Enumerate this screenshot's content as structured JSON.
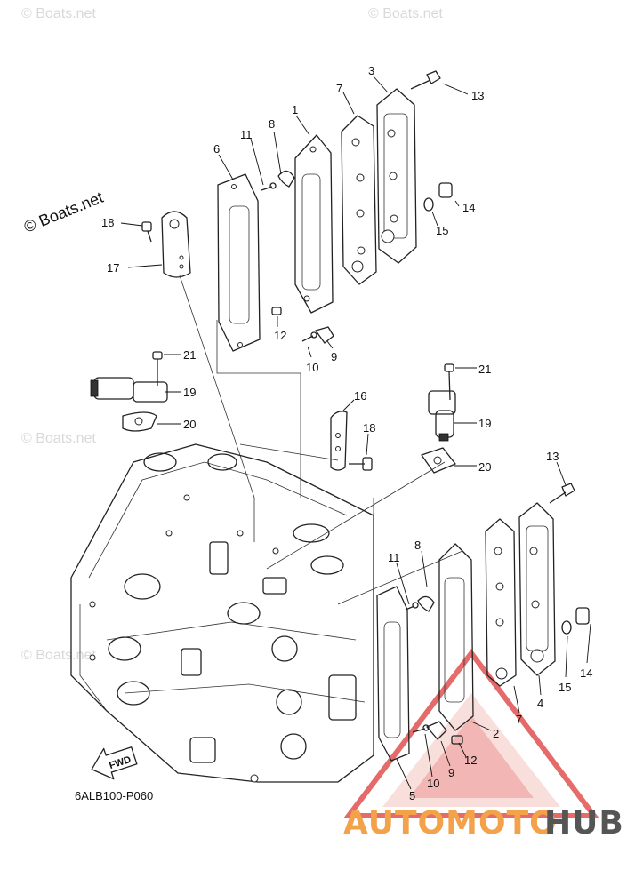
{
  "diagram": {
    "part_code": "6ALB100-P060",
    "fwd_label": "FWD",
    "callouts": [
      "1",
      "2",
      "3",
      "4",
      "5",
      "6",
      "7",
      "8",
      "9",
      "10",
      "11",
      "12",
      "13",
      "14",
      "15",
      "16",
      "17",
      "18",
      "19",
      "20",
      "21"
    ]
  },
  "watermarks": {
    "main": "© Boats.net",
    "faint": [
      "© Boats.net",
      "© Boats.net",
      "© Boats.net",
      "© Boats.net"
    ]
  },
  "logo": {
    "part_a": "AUTOMOTO",
    "part_b": "HUB",
    "colors": {
      "triangle": "#e0524f",
      "text_a": "#f3a24a",
      "text_b": "#555555"
    }
  }
}
